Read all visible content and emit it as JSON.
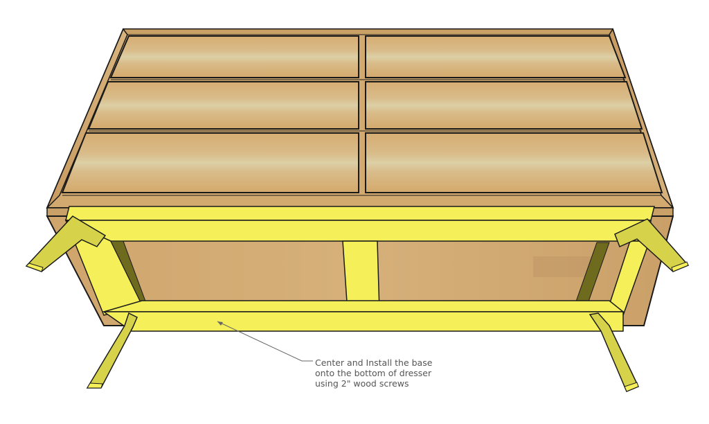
{
  "diagram": {
    "subject": "Upside-down dresser with base and angled legs",
    "colors": {
      "wood_light": "#d8b27a",
      "wood_mid": "#c9a066",
      "wood_stripe": "#d9c9a0",
      "wood_dark_edge": "#a07a48",
      "base_yellow": "#f5f05a",
      "base_yellow_shade": "#d6d24a",
      "base_yellow_dark": "#6e6a1e",
      "outline": "#1a1a1a",
      "leader_line": "#666666",
      "callout_text": "#555555"
    },
    "parts": {
      "drawer_panels": [
        "top-left drawer",
        "top-right drawer",
        "middle-left drawer",
        "middle-right drawer",
        "bottom-left drawer",
        "bottom-right drawer"
      ],
      "base": "yellow base frame",
      "legs": [
        "front-left leg",
        "front-right leg",
        "back-left leg",
        "back-right leg"
      ],
      "center_support": "center support"
    }
  },
  "callout": {
    "lines": [
      "Center and Install the base",
      "onto the bottom of dresser",
      "using 2\" wood screws"
    ]
  }
}
